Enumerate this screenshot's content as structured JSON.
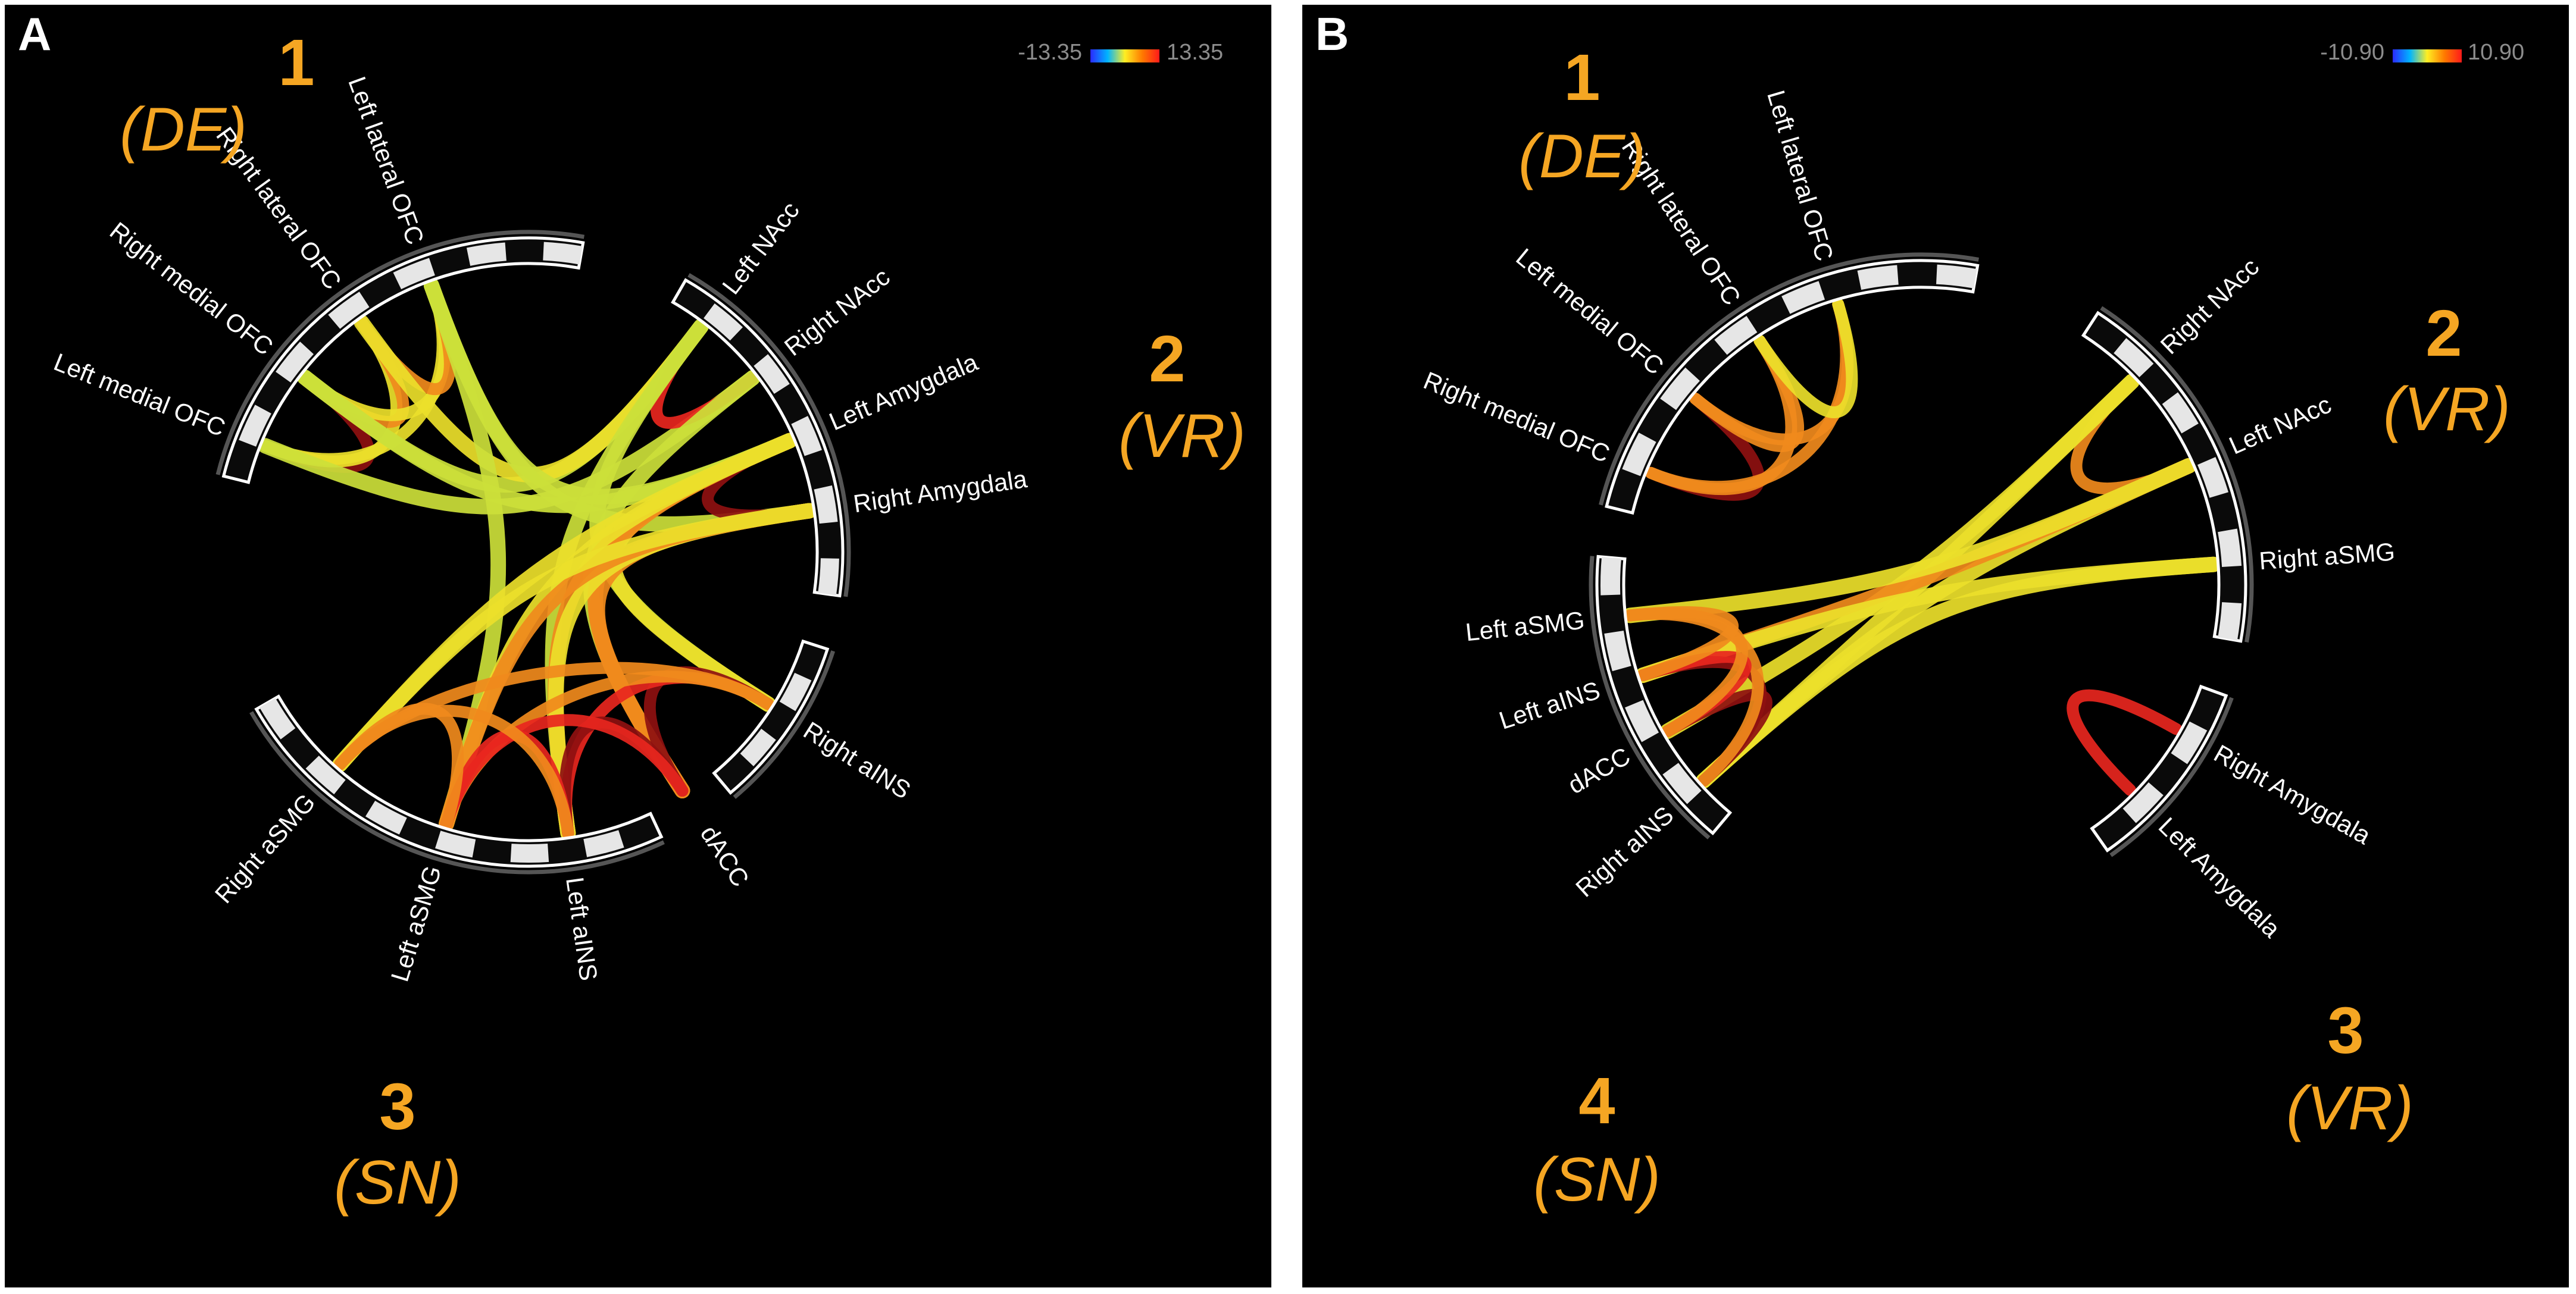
{
  "colorbar_stops": [
    "#2a2aff",
    "#00b4ff",
    "#ffee22",
    "#ff7a00",
    "#ff1a1a"
  ],
  "ribbon_colors": {
    "strong": "#8e1010",
    "red": "#e8261e",
    "orange": "#f08a1c",
    "yellow": "#ece02a",
    "lime": "#ccdf3a"
  },
  "panels": [
    {
      "letter": "A",
      "scale": {
        "min": "-13.35",
        "max": "13.35"
      },
      "groups": [
        {
          "number": "1",
          "network": "(DE)",
          "regions": [
            "Left medial OFC",
            "Right medial OFC",
            "Right lateral OFC",
            "Left lateral OFC"
          ]
        },
        {
          "number": "2",
          "network": "(VR)",
          "regions": [
            "Left NAcc",
            "Right NAcc",
            "Left Amygdala",
            "Right Amygdala"
          ]
        },
        {
          "number": "3",
          "network": "(SN)",
          "regions": [
            "Right aINS",
            "dACC",
            "Left aINS",
            "Left aSMG",
            "Right aSMG"
          ]
        }
      ],
      "connections": [
        {
          "from": [
            0,
            0
          ],
          "to": [
            0,
            1
          ],
          "color": "strong"
        },
        {
          "from": [
            0,
            0
          ],
          "to": [
            0,
            2
          ],
          "color": "yellow"
        },
        {
          "from": [
            0,
            0
          ],
          "to": [
            0,
            3
          ],
          "color": "yellow"
        },
        {
          "from": [
            0,
            1
          ],
          "to": [
            0,
            2
          ],
          "color": "orange"
        },
        {
          "from": [
            0,
            1
          ],
          "to": [
            0,
            3
          ],
          "color": "yellow"
        },
        {
          "from": [
            0,
            2
          ],
          "to": [
            0,
            3
          ],
          "color": "orange"
        },
        {
          "from": [
            0,
            0
          ],
          "to": [
            1,
            1
          ],
          "color": "lime"
        },
        {
          "from": [
            0,
            1
          ],
          "to": [
            1,
            0
          ],
          "color": "lime"
        },
        {
          "from": [
            0,
            1
          ],
          "to": [
            1,
            2
          ],
          "color": "lime"
        },
        {
          "from": [
            0,
            2
          ],
          "to": [
            1,
            0
          ],
          "color": "yellow"
        },
        {
          "from": [
            0,
            3
          ],
          "to": [
            1,
            2
          ],
          "color": "lime"
        },
        {
          "from": [
            0,
            3
          ],
          "to": [
            1,
            3
          ],
          "color": "lime"
        },
        {
          "from": [
            0,
            3
          ],
          "to": [
            2,
            3
          ],
          "color": "lime"
        },
        {
          "from": [
            1,
            0
          ],
          "to": [
            1,
            1
          ],
          "color": "red"
        },
        {
          "from": [
            1,
            2
          ],
          "to": [
            1,
            3
          ],
          "color": "strong"
        },
        {
          "from": [
            1,
            0
          ],
          "to": [
            2,
            0
          ],
          "color": "lime"
        },
        {
          "from": [
            1,
            0
          ],
          "to": [
            2,
            2
          ],
          "color": "lime"
        },
        {
          "from": [
            1,
            1
          ],
          "to": [
            2,
            1
          ],
          "color": "lime"
        },
        {
          "from": [
            1,
            2
          ],
          "to": [
            2,
            0
          ],
          "color": "yellow"
        },
        {
          "from": [
            1,
            2
          ],
          "to": [
            2,
            1
          ],
          "color": "orange"
        },
        {
          "from": [
            1,
            2
          ],
          "to": [
            2,
            2
          ],
          "color": "orange"
        },
        {
          "from": [
            1,
            2
          ],
          "to": [
            2,
            3
          ],
          "color": "yellow"
        },
        {
          "from": [
            1,
            2
          ],
          "to": [
            2,
            4
          ],
          "color": "yellow"
        },
        {
          "from": [
            1,
            3
          ],
          "to": [
            2,
            1
          ],
          "color": "orange"
        },
        {
          "from": [
            1,
            3
          ],
          "to": [
            2,
            2
          ],
          "color": "yellow"
        },
        {
          "from": [
            1,
            3
          ],
          "to": [
            2,
            3
          ],
          "color": "orange"
        },
        {
          "from": [
            1,
            3
          ],
          "to": [
            2,
            4
          ],
          "color": "yellow"
        },
        {
          "from": [
            2,
            0
          ],
          "to": [
            2,
            1
          ],
          "color": "strong"
        },
        {
          "from": [
            2,
            0
          ],
          "to": [
            2,
            2
          ],
          "color": "red"
        },
        {
          "from": [
            2,
            0
          ],
          "to": [
            2,
            3
          ],
          "color": "orange"
        },
        {
          "from": [
            2,
            0
          ],
          "to": [
            2,
            4
          ],
          "color": "orange"
        },
        {
          "from": [
            2,
            1
          ],
          "to": [
            2,
            2
          ],
          "color": "strong"
        },
        {
          "from": [
            2,
            1
          ],
          "to": [
            2,
            3
          ],
          "color": "red"
        },
        {
          "from": [
            2,
            2
          ],
          "to": [
            2,
            3
          ],
          "color": "red"
        },
        {
          "from": [
            2,
            2
          ],
          "to": [
            2,
            4
          ],
          "color": "orange"
        },
        {
          "from": [
            2,
            3
          ],
          "to": [
            2,
            4
          ],
          "color": "orange"
        }
      ]
    },
    {
      "letter": "B",
      "scale": {
        "min": "-10.90",
        "max": "10.90"
      },
      "groups": [
        {
          "number": "1",
          "network": "(DE)",
          "regions": [
            "Right medial OFC",
            "Left medial OFC",
            "Right lateral OFC",
            "Left lateral OFC"
          ]
        },
        {
          "number": "2",
          "network": "(VR)",
          "regions": [
            "Right NAcc",
            "Left NAcc",
            "Right aSMG"
          ]
        },
        {
          "number": "3",
          "network": "(VR)",
          "regions": [
            "Right Amygdala",
            "Left Amygdala"
          ]
        },
        {
          "number": "4",
          "network": "(SN)",
          "regions": [
            "Right aINS",
            "dACC",
            "Left aINS",
            "Left aSMG"
          ]
        }
      ],
      "connections": [
        {
          "from": [
            0,
            0
          ],
          "to": [
            0,
            1
          ],
          "color": "strong"
        },
        {
          "from": [
            0,
            0
          ],
          "to": [
            0,
            2
          ],
          "color": "orange"
        },
        {
          "from": [
            0,
            0
          ],
          "to": [
            0,
            3
          ],
          "color": "orange"
        },
        {
          "from": [
            0,
            1
          ],
          "to": [
            0,
            2
          ],
          "color": "orange"
        },
        {
          "from": [
            0,
            1
          ],
          "to": [
            0,
            3
          ],
          "color": "orange"
        },
        {
          "from": [
            0,
            2
          ],
          "to": [
            0,
            3
          ],
          "color": "yellow"
        },
        {
          "from": [
            1,
            0
          ],
          "to": [
            1,
            1
          ],
          "color": "orange"
        },
        {
          "from": [
            1,
            0
          ],
          "to": [
            3,
            0
          ],
          "color": "yellow"
        },
        {
          "from": [
            1,
            0
          ],
          "to": [
            3,
            1
          ],
          "color": "yellow"
        },
        {
          "from": [
            1,
            1
          ],
          "to": [
            3,
            0
          ],
          "color": "yellow"
        },
        {
          "from": [
            1,
            1
          ],
          "to": [
            3,
            2
          ],
          "color": "orange"
        },
        {
          "from": [
            1,
            1
          ],
          "to": [
            3,
            3
          ],
          "color": "yellow"
        },
        {
          "from": [
            1,
            2
          ],
          "to": [
            3,
            0
          ],
          "color": "yellow"
        },
        {
          "from": [
            1,
            2
          ],
          "to": [
            3,
            2
          ],
          "color": "yellow"
        },
        {
          "from": [
            2,
            0
          ],
          "to": [
            2,
            1
          ],
          "color": "red"
        },
        {
          "from": [
            3,
            0
          ],
          "to": [
            3,
            1
          ],
          "color": "strong"
        },
        {
          "from": [
            3,
            0
          ],
          "to": [
            3,
            2
          ],
          "color": "strong"
        },
        {
          "from": [
            3,
            0
          ],
          "to": [
            3,
            3
          ],
          "color": "orange"
        },
        {
          "from": [
            3,
            1
          ],
          "to": [
            3,
            2
          ],
          "color": "red"
        },
        {
          "from": [
            3,
            1
          ],
          "to": [
            3,
            3
          ],
          "color": "orange"
        },
        {
          "from": [
            3,
            2
          ],
          "to": [
            3,
            3
          ],
          "color": "orange"
        }
      ]
    }
  ]
}
